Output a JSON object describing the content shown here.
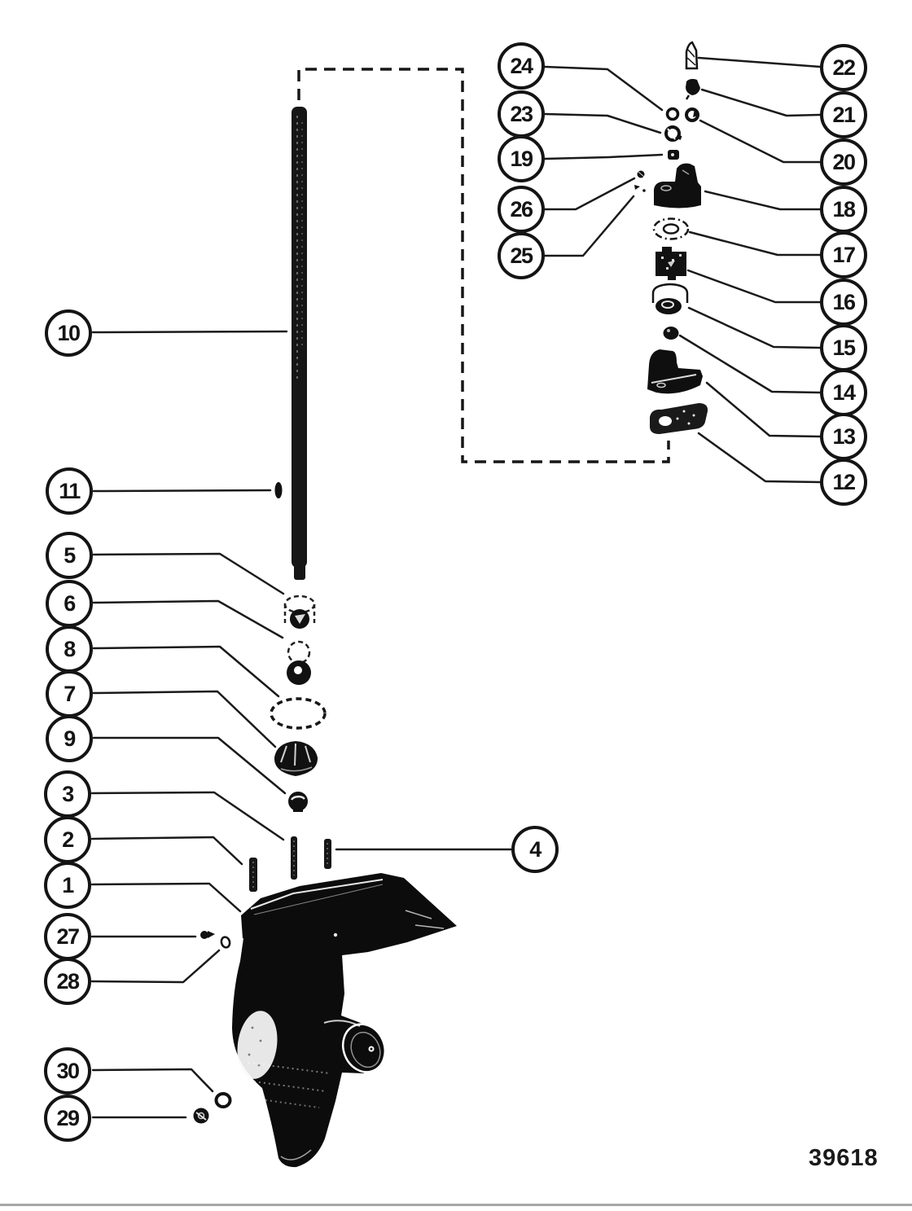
{
  "page": {
    "background_color": "#ffffff",
    "ink_color": "#1a1a1a",
    "divider_color": "#a6a6a6"
  },
  "figure": {
    "drawing_number": "39618"
  },
  "callouts": {
    "1": {
      "label": "1"
    },
    "2": {
      "label": "2"
    },
    "3": {
      "label": "3"
    },
    "4": {
      "label": "4"
    },
    "5": {
      "label": "5"
    },
    "6": {
      "label": "6"
    },
    "7": {
      "label": "7"
    },
    "8": {
      "label": "8"
    },
    "9": {
      "label": "9"
    },
    "10": {
      "label": "10"
    },
    "11": {
      "label": "11"
    },
    "12": {
      "label": "12"
    },
    "13": {
      "label": "13"
    },
    "14": {
      "label": "14"
    },
    "15": {
      "label": "15"
    },
    "16": {
      "label": "16"
    },
    "17": {
      "label": "17"
    },
    "18": {
      "label": "18"
    },
    "19": {
      "label": "19"
    },
    "20": {
      "label": "20"
    },
    "21": {
      "label": "21"
    },
    "22": {
      "label": "22"
    },
    "23": {
      "label": "23"
    },
    "24": {
      "label": "24"
    },
    "25": {
      "label": "25"
    },
    "26": {
      "label": "26"
    },
    "27": {
      "label": "27"
    },
    "28": {
      "label": "28"
    },
    "29": {
      "label": "29"
    },
    "30": {
      "label": "30"
    }
  }
}
